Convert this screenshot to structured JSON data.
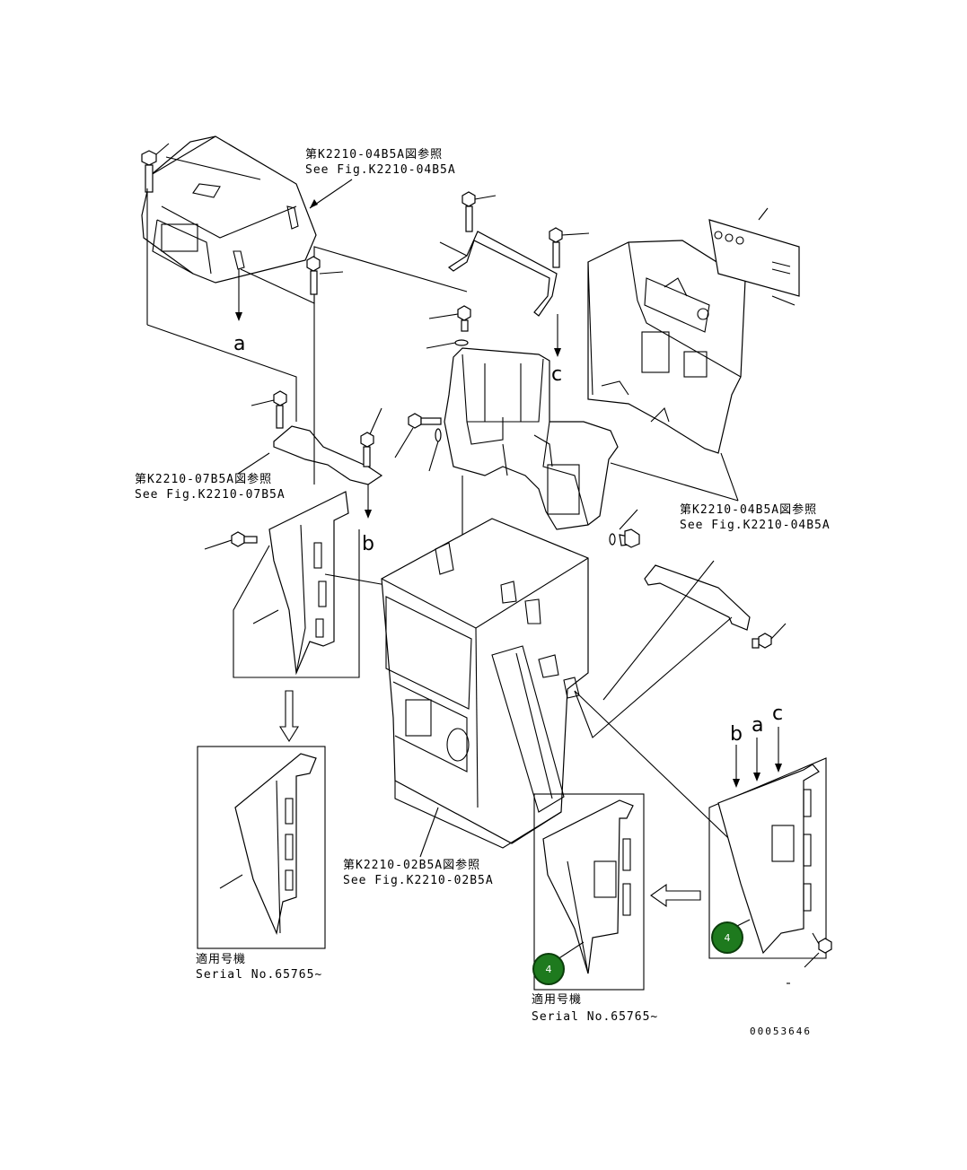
{
  "references": {
    "top_cover": {
      "jp": "第K2210-04B5A図参照",
      "en": "See Fig.K2210-04B5A"
    },
    "left_bracket": {
      "jp": "第K2210-07B5A図参照",
      "en": "See Fig.K2210-07B5A"
    },
    "right_panel": {
      "jp": "第K2210-04B5A図参照",
      "en": "See Fig.K2210-04B5A"
    },
    "base_frame": {
      "jp": "第K2210-02B5A図参照",
      "en": "See Fig.K2210-02B5A"
    }
  },
  "variants": {
    "left": {
      "jp": "適用号機",
      "en": "Serial No.65765~"
    },
    "middle": {
      "jp": "適用号機",
      "en": "Serial No.65765~"
    }
  },
  "arrow_letters": {
    "a": "a",
    "b": "b",
    "c": "c"
  },
  "callouts": [
    "4",
    "4"
  ],
  "drawing_code": "00053646",
  "colors": {
    "callout_fill": "#1e7a1e",
    "line": "#000000"
  }
}
